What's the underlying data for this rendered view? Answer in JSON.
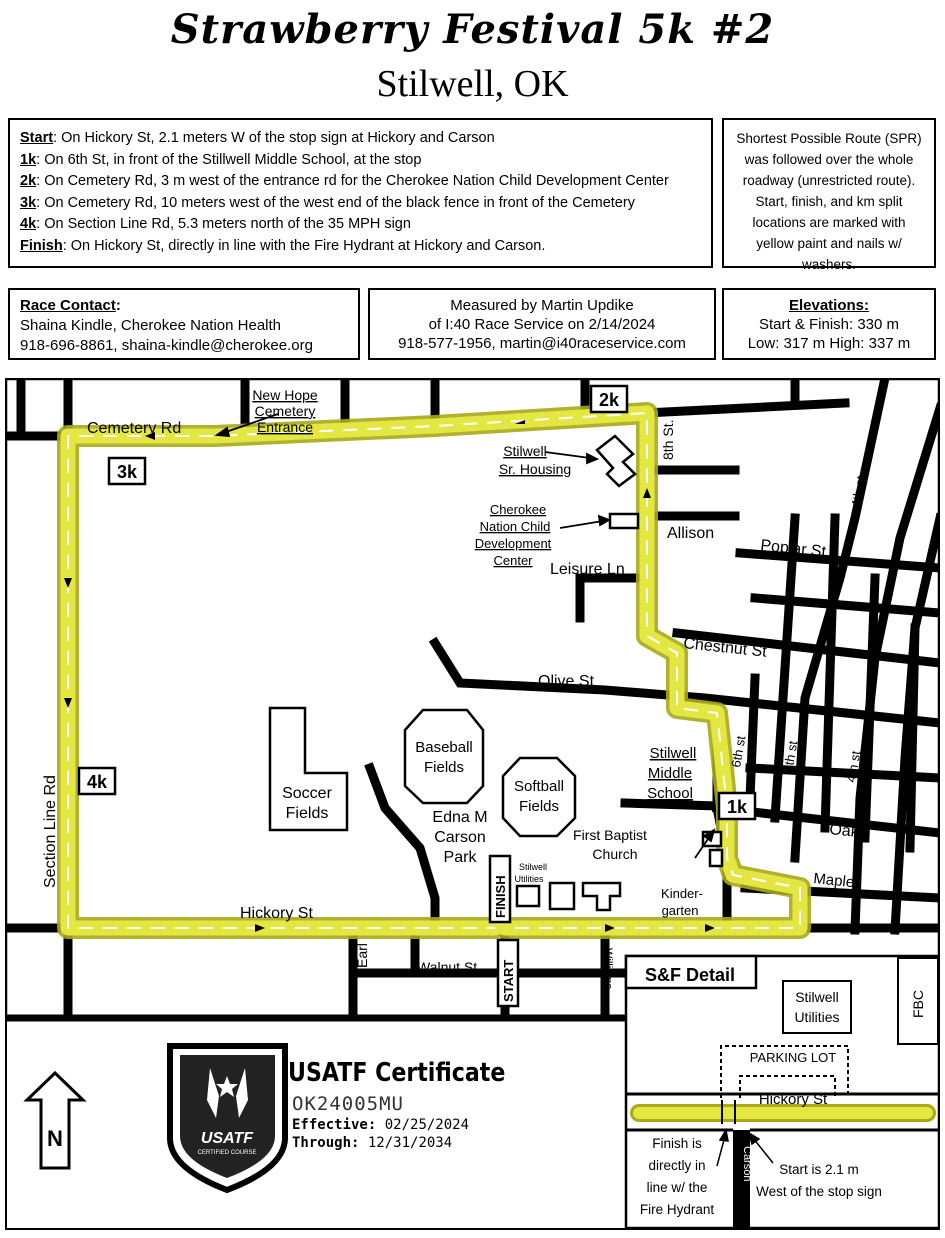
{
  "header": {
    "title": "Strawberry Festival 5k #2",
    "location": "Stilwell, OK"
  },
  "splits": [
    {
      "label": "Start",
      "text": ": On Hickory St, 2.1 meters W of the stop sign at Hickory and Carson"
    },
    {
      "label": "1k",
      "text": ": On 6th St, in front of the Stillwell Middle School, at the stop"
    },
    {
      "label": "2k",
      "text": ": On Cemetery Rd, 3 m west of the entrance rd for the Cherokee Nation Child Development Center"
    },
    {
      "label": "3k",
      "text": ":  On Cemetery Rd, 10 meters west of the west end of the black fence in front of the Cemetery"
    },
    {
      "label": "4k",
      "text": ":  On Section Line Rd, 5.3 meters north of the 35 MPH sign"
    },
    {
      "label": "Finish",
      "text": ":   On Hickory St, directly in line with the Fire Hydrant at Hickory and Carson."
    }
  ],
  "spr_note": "Shortest Possible Route (SPR) was followed over the whole roadway (unrestricted route). Start, finish, and km split locations are marked with yellow paint and nails w/ washers.",
  "contact": {
    "label": "Race Contact",
    "name": "Shaina Kindle, Cherokee Nation Health",
    "phone_email": "918-696-8861, shaina-kindle@cherokee.org"
  },
  "measured": {
    "line1": "Measured by Martin Updike",
    "line2": "of I:40 Race Service on 2/14/2024",
    "line3": "918-577-1956, martin@i40raceservice.com"
  },
  "elevations": {
    "label": "Elevations:",
    "start_finish": "Start & Finish: 330 m",
    "low_high": "Low: 317 m High: 337 m"
  },
  "map": {
    "streets": {
      "cemetery": "Cemetery Rd",
      "section_line": "Section Line Rd",
      "hickory": "Hickory St",
      "walnut": "Walnut St",
      "earl": "Earl",
      "williams": "Williams",
      "olive": "Olive St",
      "chestnut": "Chestnut St",
      "poplar": "Poplar St",
      "leisure": "Leisure Ln",
      "allison": "Allison",
      "oak": "Oak",
      "maple": "Maple",
      "st8": "8th St.",
      "st6": "6th st",
      "st5": "5th st",
      "st4a": "4th st",
      "st4b": "4th st",
      "st3": "3rd st"
    },
    "landmarks": {
      "new_hope_1": "New Hope",
      "new_hope_2": "Cemetery",
      "new_hope_3": "Entrance",
      "sr_housing_1": "Stilwell",
      "sr_housing_2": "Sr. Housing",
      "cherokee_1": "Cherokee",
      "cherokee_2": "Nation Child",
      "cherokee_3": "Development",
      "cherokee_4": "Center",
      "soccer_1": "Soccer",
      "soccer_2": "Fields",
      "baseball_1": "Baseball",
      "baseball_2": "Fields",
      "softball_1": "Softball",
      "softball_2": "Fields",
      "park_1": "Edna M",
      "park_2": "Carson",
      "park_3": "Park",
      "middle_1": "Stilwell",
      "middle_2": "Middle",
      "middle_3": "School",
      "church_1": "First Baptist",
      "church_2": "Church",
      "kinder_1": "Kinder-",
      "kinder_2": "garten",
      "utilities_1": "Stilwell",
      "utilities_2": "Utilities"
    },
    "markers": {
      "k1": "1k",
      "k2": "2k",
      "k3": "3k",
      "k4": "4k",
      "start": "START",
      "finish": "FINISH"
    },
    "north_label": "N"
  },
  "detail": {
    "title": "S&F Detail",
    "utilities_1": "Stilwell",
    "utilities_2": "Utilities",
    "fbc": "FBC",
    "parking": "PARKING LOT",
    "hickory": "Hickory St",
    "carson": "Carson",
    "finish_1": "Finish is",
    "finish_2": "directly in",
    "finish_3": "line w/ the",
    "finish_4": "Fire Hydrant",
    "start_1": "Start is 2.1 m",
    "start_2": "West of the stop sign"
  },
  "certificate": {
    "title": "USATF Certificate",
    "number": "OK24005MU",
    "effective_label": "Effective:",
    "effective": "02/25/2024",
    "through_label": "Through:",
    "through": "12/31/2034",
    "badge_text": "USATF",
    "badge_sub": "CERTIFIED COURSE"
  },
  "colors": {
    "route": "#e4e641",
    "route_edge": "#a9a91a",
    "road": "#000000"
  }
}
